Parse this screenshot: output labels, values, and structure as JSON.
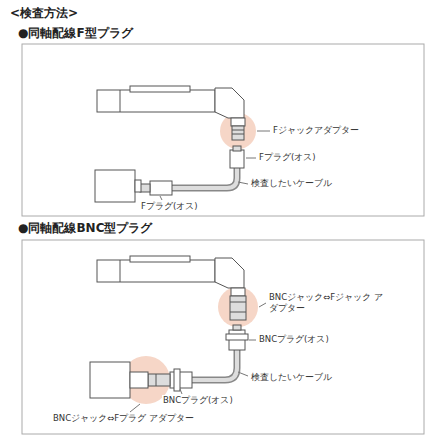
{
  "diagram": {
    "title": "<検査方法>",
    "labels": [
      "●同軸配線F型プラグ",
      "Fジャックアダプター",
      "Fプラグ(オス)",
      "検査したいケーブル",
      "Fプラグ(オス)",
      "●同軸配線BNC型プラグ",
      "BNCジャック⇔Fジャック アダプター",
      "BNCプラグ(オス)",
      "検査したいケーブル",
      "BNCプラグ(オス)",
      "BNCジャック⇔Fプラグ アダプター"
    ]
  }
}
